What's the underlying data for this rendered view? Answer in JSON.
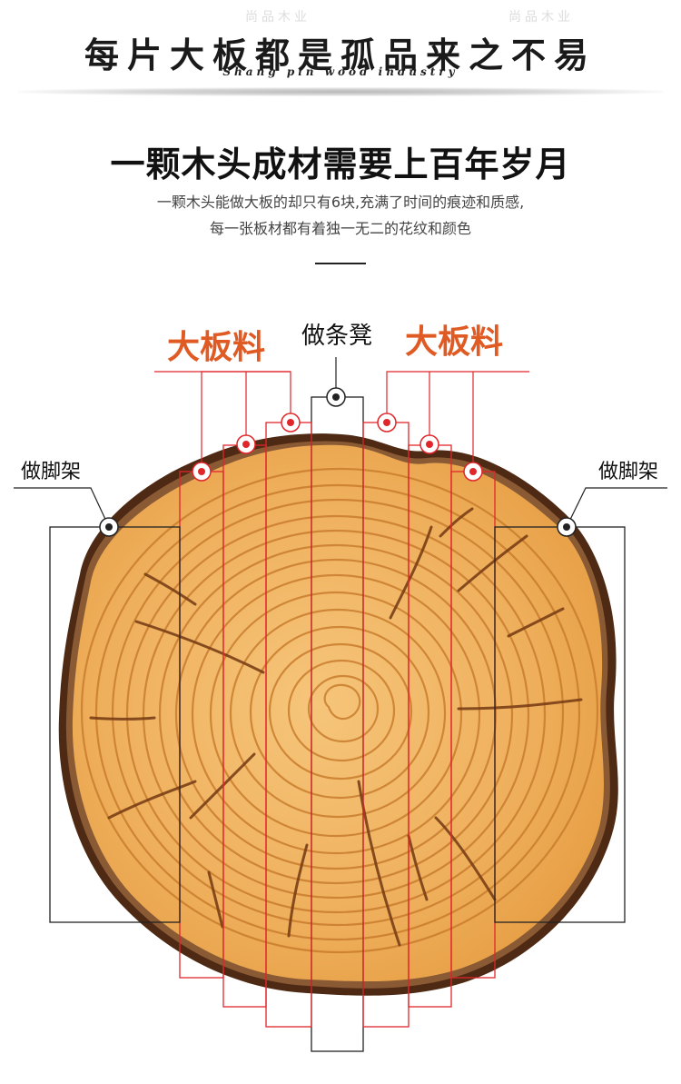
{
  "banner": {
    "title": "每片大板都是孤品来之不易",
    "subtitle": "Shang pin wood industry",
    "watermark_left": "尚品木业",
    "watermark_right": "尚品木业"
  },
  "heading": {
    "title": "一颗木头成材需要上百年岁月",
    "line1": "一颗木头能做大板的却只有6块,充满了时间的痕迹和质感,",
    "line2": "每一张板材都有着独一无二的花纹和颜色"
  },
  "labels": {
    "big_board_left": "大板料",
    "big_board_right": "大板料",
    "bench": "做条凳",
    "stand_left": "做脚架",
    "stand_right": "做脚架"
  },
  "colors": {
    "accent": "#e05a23",
    "marker_red": "#e0262b",
    "wood_light": "#f3b866",
    "wood_mid": "#e39a3c",
    "bark": "#5a3218"
  }
}
